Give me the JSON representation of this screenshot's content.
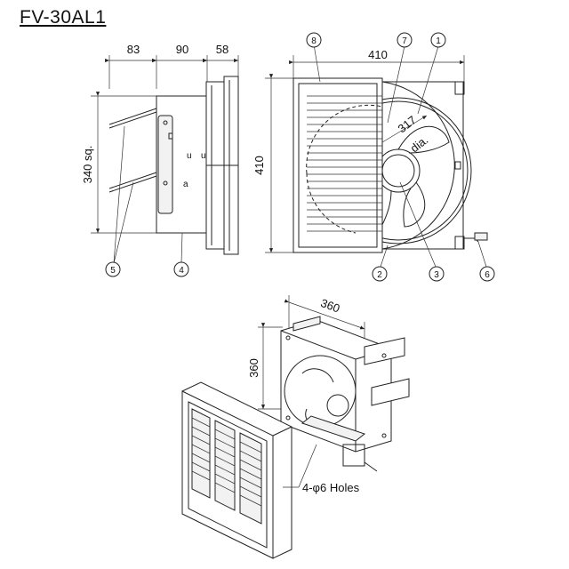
{
  "title": "FV-30AL1",
  "side_view": {
    "dims": {
      "d1": "83",
      "d2": "90",
      "d3": "58",
      "height": "340 sq."
    }
  },
  "front_view": {
    "dims": {
      "width": "410",
      "height": "410",
      "diameter_value": "317",
      "diameter_unit": "dia."
    }
  },
  "iso_view": {
    "dims": {
      "width": "360",
      "height": "360"
    },
    "note": "4-φ6 Holes"
  },
  "callouts": [
    "1",
    "2",
    "3",
    "4",
    "5",
    "6",
    "7",
    "8"
  ]
}
